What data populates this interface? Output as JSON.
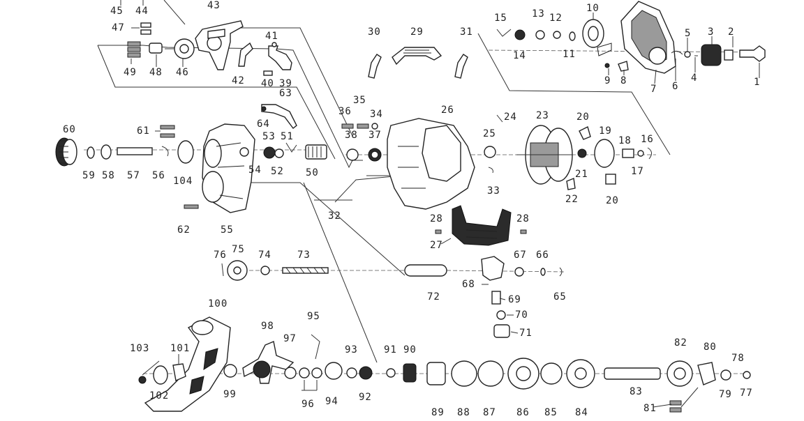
{
  "labels": {
    "p1": "1",
    "p2": "2",
    "p3": "3",
    "p4": "4",
    "p5": "5",
    "p6": "6",
    "p7": "7",
    "p8": "8",
    "p9": "9",
    "p10": "10",
    "p11": "11",
    "p12": "12",
    "p13": "13",
    "p14": "14",
    "p15": "15",
    "p16": "16",
    "p17": "17",
    "p18": "18",
    "p19": "19",
    "p20a": "20",
    "p20b": "20",
    "p21": "21",
    "p22": "22",
    "p23": "23",
    "p24": "24",
    "p25": "25",
    "p26": "26",
    "p27": "27",
    "p28a": "28",
    "p28b": "28",
    "p29": "29",
    "p30": "30",
    "p31": "31",
    "p32": "32",
    "p33": "33",
    "p34": "34",
    "p35": "35",
    "p36": "36",
    "p37": "37",
    "p38": "38",
    "p39": "39",
    "p40": "40",
    "p41": "41",
    "p42": "42",
    "p43": "43",
    "p44": "44",
    "p45": "45",
    "p46": "46",
    "p47": "47",
    "p48": "48",
    "p49": "49",
    "p50": "50",
    "p51": "51",
    "p52": "52",
    "p53": "53",
    "p54": "54",
    "p55": "55",
    "p56": "56",
    "p57": "57",
    "p58": "58",
    "p59": "59",
    "p60": "60",
    "p61": "61",
    "p62": "62",
    "p63": "63",
    "p64": "64",
    "p65": "65",
    "p66": "66",
    "p67": "67",
    "p68": "68",
    "p69": "69",
    "p70": "70",
    "p71": "71",
    "p72": "72",
    "p73": "73",
    "p74": "74",
    "p75": "75",
    "p76": "76",
    "p77": "77",
    "p78": "78",
    "p79": "79",
    "p80": "80",
    "p81": "81",
    "p82": "82",
    "p83": "83",
    "p84": "84",
    "p85": "85",
    "p86": "86",
    "p87": "87",
    "p88": "88",
    "p89": "89",
    "p90": "90",
    "p91": "91",
    "p92": "92",
    "p93": "93",
    "p94": "94",
    "p95": "95",
    "p96": "96",
    "p97": "97",
    "p98": "98",
    "p99": "99",
    "p100": "100",
    "p101": "101",
    "p102": "102",
    "p103": "103",
    "p104": "104"
  }
}
